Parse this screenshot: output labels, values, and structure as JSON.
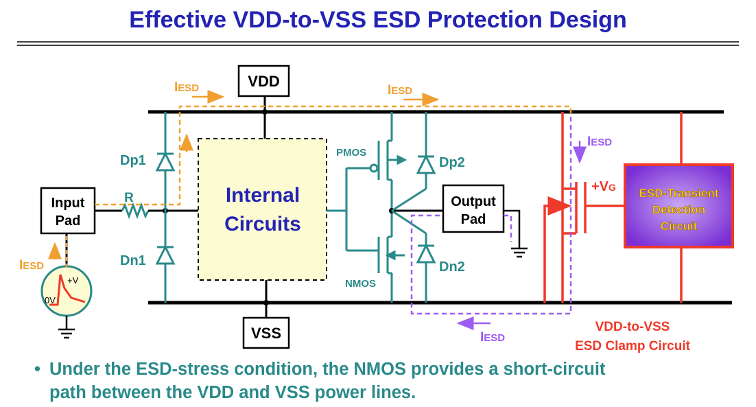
{
  "title": "Effective VDD-to-VSS ESD Protection Design",
  "labels": {
    "vdd": "VDD",
    "vss": "VSS",
    "input_pad_line1": "Input",
    "input_pad_line2": "Pad",
    "output_pad_line1": "Output",
    "output_pad_line2": "Pad",
    "internal_line1": "Internal",
    "internal_line2": "Circuits",
    "resistor": "R",
    "dp1": "Dp1",
    "dn1": "Dn1",
    "dp2": "Dp2",
    "dn2": "Dn2",
    "pmos": "PMOS",
    "nmos": "NMOS",
    "source_plus": "+V",
    "source_zero": "0V",
    "vg_prefix": "+V",
    "vg_sub": "G",
    "detect_line1": "ESD-Transient",
    "detect_line2": "Detection",
    "detect_line3": "Circuit",
    "clamp_line1": "VDD-to-VSS",
    "clamp_line2": "ESD Clamp Circuit"
  },
  "current_labels": {
    "input": {
      "main": "I",
      "sub": "ESD"
    },
    "top_left": {
      "main": "I",
      "sub": "ESD"
    },
    "top_right": {
      "main": "I",
      "sub": "ESD"
    },
    "clamp": {
      "main": "I",
      "sub": "ESD"
    },
    "bottom": {
      "main": "I",
      "sub": "ESD"
    }
  },
  "bullet": {
    "line1": "Under the ESD-stress condition, the NMOS provides a short-circuit",
    "line2": "path between the VDD and VSS power lines."
  },
  "colors": {
    "title": "#2323b4",
    "teal": "#2a8a8a",
    "orange_path": "#f0a030",
    "purple_path": "#9d5cf0",
    "clamp_red": "#ee3a2a",
    "detect_fill": "#8a3cdc",
    "detect_text": "#ffd21e",
    "internal_fill": "#fdfbd2"
  }
}
